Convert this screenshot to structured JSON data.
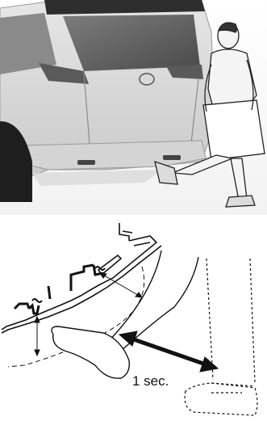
{
  "photo": {
    "subject": "car-rear-hands-free-liftgate",
    "person": "person-carrying-box-kicking-under-bumper"
  },
  "diagram": {
    "duration_label": "1 sec.",
    "arrow_icon": "double-headed-arrow-icon"
  }
}
